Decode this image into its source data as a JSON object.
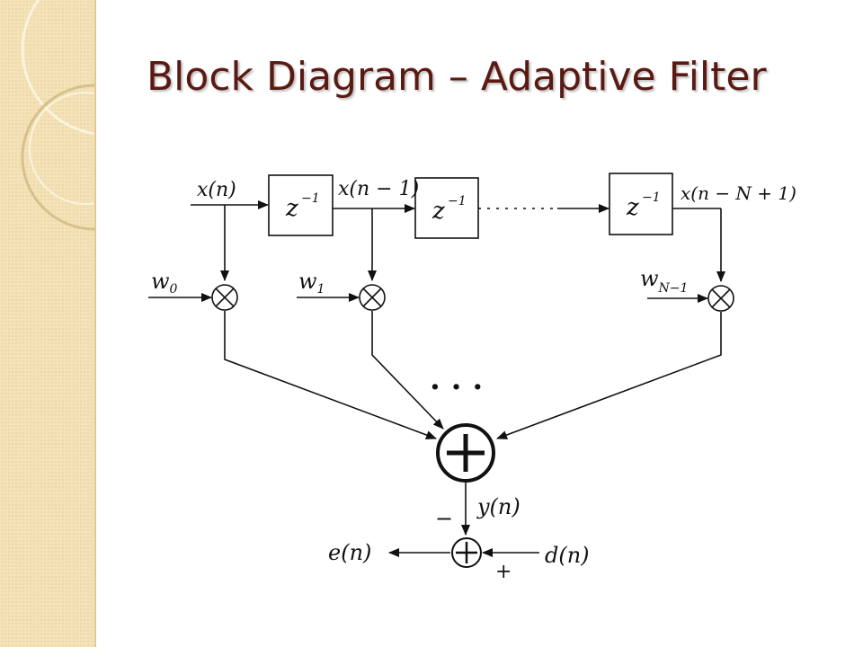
{
  "slide": {
    "title": "Block Diagram – Adaptive Filter"
  },
  "diagram": {
    "delays": [
      {
        "label": "z",
        "exp": "−1"
      },
      {
        "label": "z",
        "exp": "−1"
      },
      {
        "label": "z",
        "exp": "−1"
      }
    ],
    "signals": {
      "input": "x(n)",
      "tap1": "x(n − 1)",
      "last_tap": "x(n − N + 1)",
      "output": "y(n)",
      "error": "e(n)",
      "desired": "d(n)"
    },
    "weights": [
      {
        "base": "w",
        "sub": "0"
      },
      {
        "base": "w",
        "sub": "1"
      },
      {
        "base": "w",
        "sub": "N−1"
      }
    ],
    "ellipsis": "· · ·",
    "minus_sign": "−",
    "plus_sign": "+"
  }
}
